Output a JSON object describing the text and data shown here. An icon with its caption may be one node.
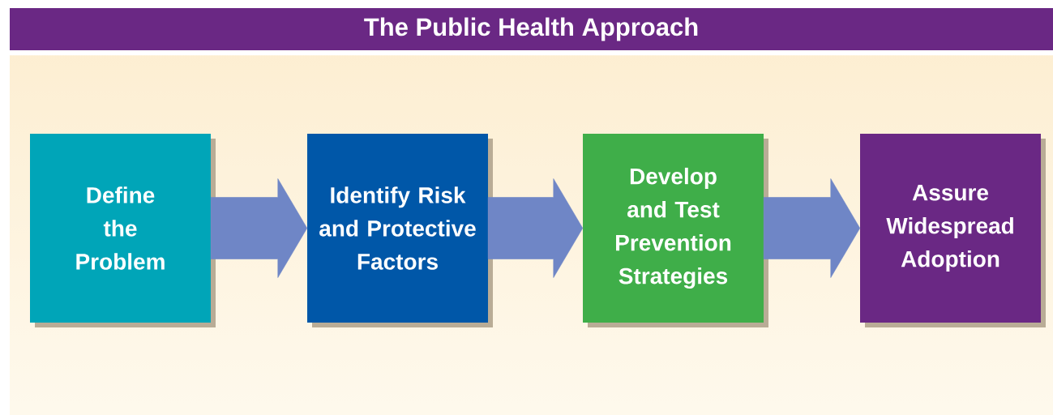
{
  "diagram": {
    "title": "The Public Health Approach",
    "nodes": [
      {
        "text": [
          "Define the Problem"
        ]
      },
      {
        "text": [
          "Identify Risk and Protective Factors"
        ]
      },
      {
        "text": [
          "Develop and Test Prevention Strategies"
        ]
      },
      {
        "text": [
          "Assure Widespread Adoption"
        ]
      }
    ],
    "edges": [
      {
        "from": 0,
        "to": 1,
        "arrow": "to"
      },
      {
        "from": 1,
        "to": 2,
        "arrow": "to"
      },
      {
        "from": 2,
        "to": 3,
        "arrow": "to"
      }
    ]
  }
}
